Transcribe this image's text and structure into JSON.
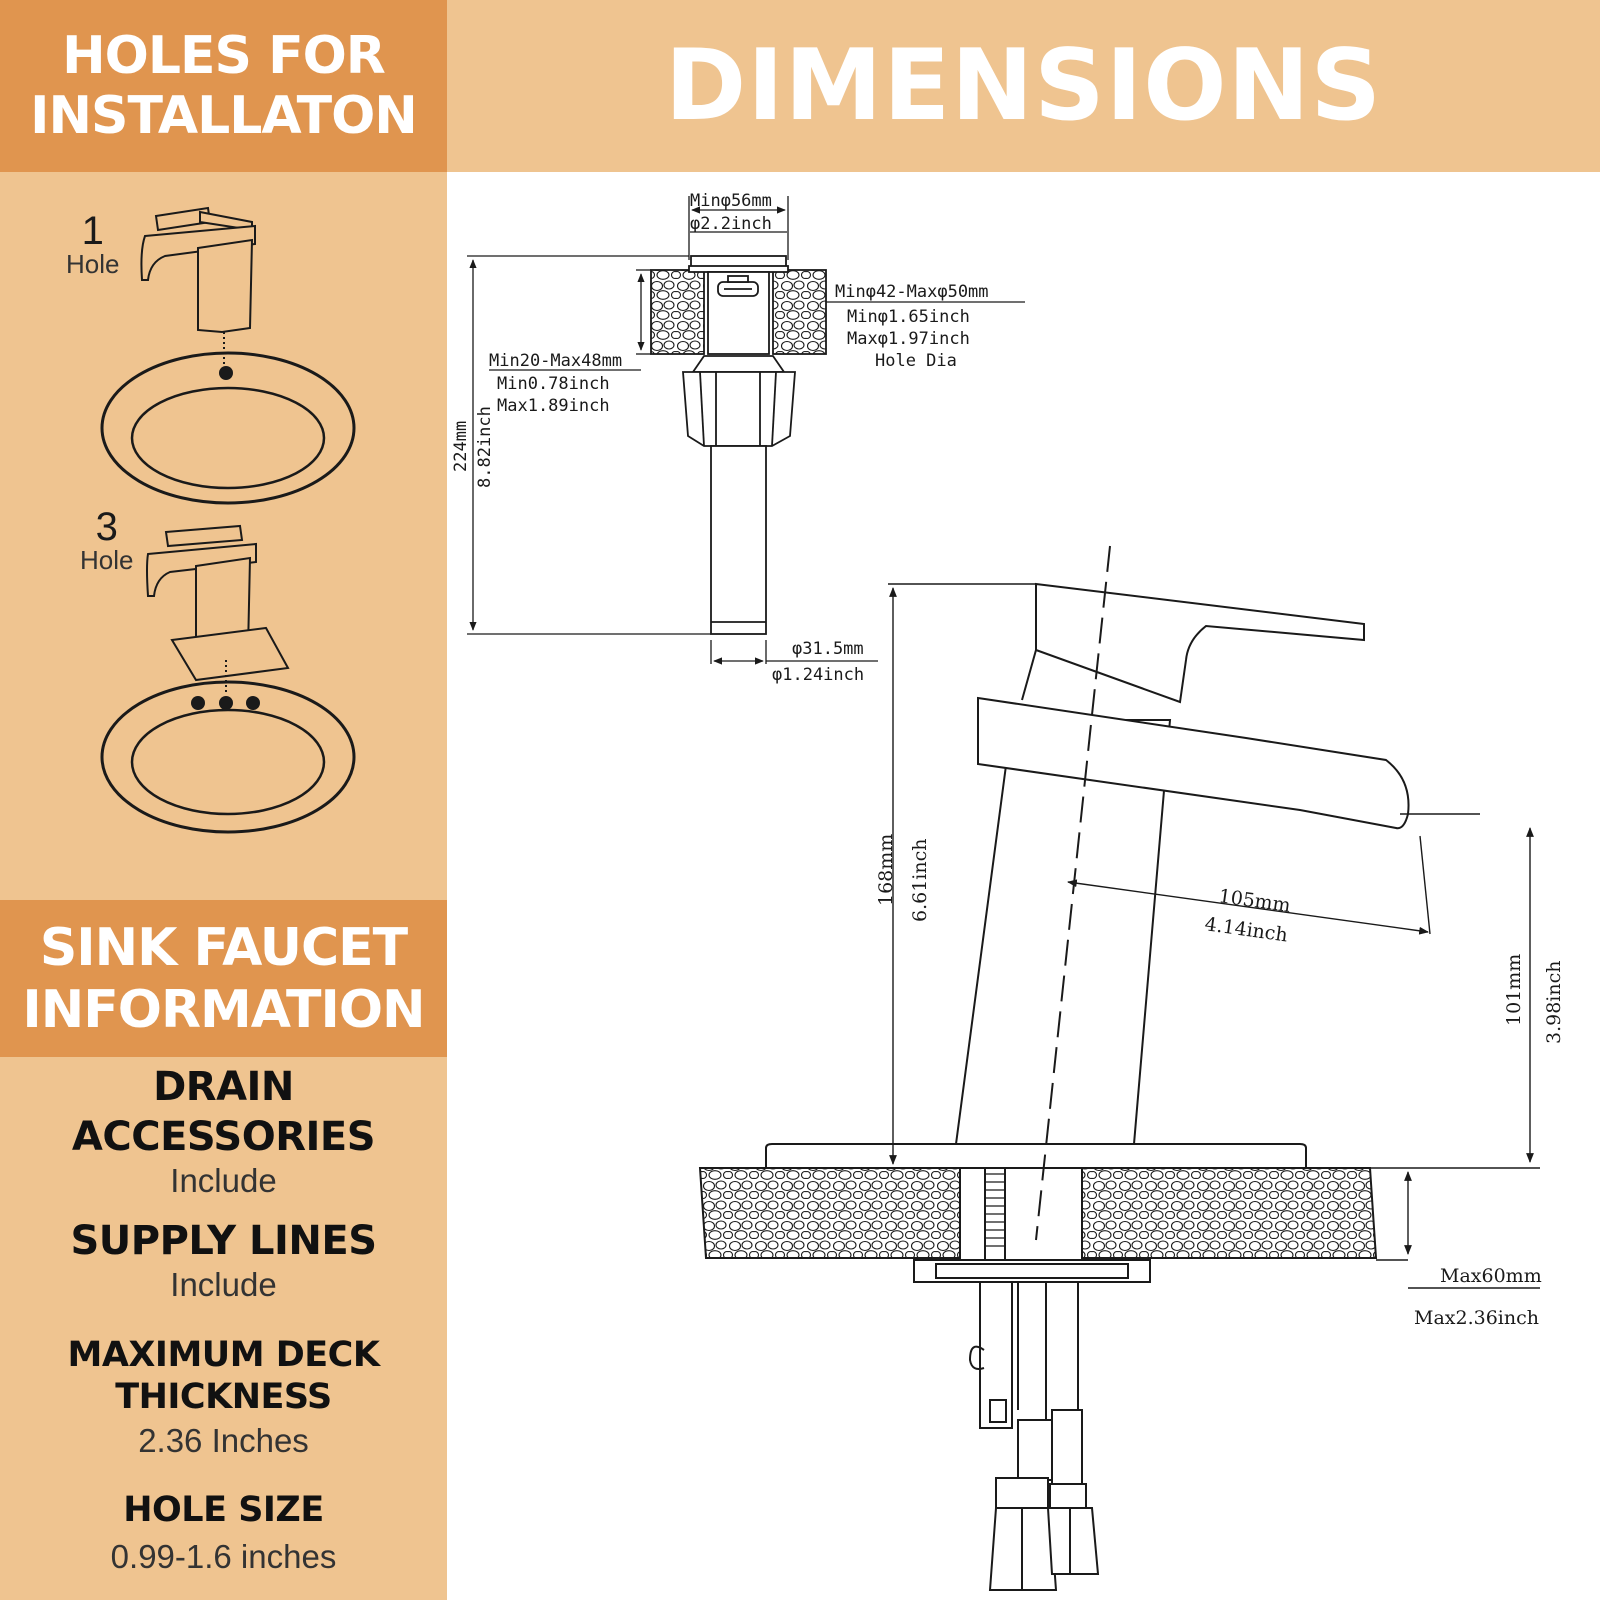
{
  "left_panel": {
    "header_install": [
      "HOLES FOR",
      "INSTALLATON"
    ],
    "hole_options": [
      {
        "number": "1",
        "word": "Hole"
      },
      {
        "number": "3",
        "word": "Hole"
      }
    ],
    "header_info": [
      "SINK FAUCET",
      "INFORMATION"
    ],
    "info_items": [
      {
        "title": [
          "DRAIN",
          "ACCESSORIES"
        ],
        "value": "Include"
      },
      {
        "title": [
          "SUPPLY LINES"
        ],
        "value": "Include"
      },
      {
        "title": [
          "MAXIMUM DECK",
          "THICKNESS"
        ],
        "value": "2.36 Inches"
      },
      {
        "title": [
          "HOLE SIZE"
        ],
        "value": "0.99-1.6 inches"
      }
    ]
  },
  "main": {
    "title": "DIMENSIONS",
    "drain_dims": {
      "top_mm": "Minφ56mm",
      "top_in": "φ2.2inch",
      "hole_mm": "Minφ42-Maxφ50mm",
      "hole_min_in": "Minφ1.65inch",
      "hole_max_in": "Maxφ1.97inch",
      "hole_caption": "Hole Dia",
      "deck_mm": "Min20-Max48mm",
      "deck_min_in": "Min0.78inch",
      "deck_max_in": "Max1.89inch",
      "height_mm": "224mm",
      "height_in": "8.82inch",
      "pipe_mm": "φ31.5mm",
      "pipe_in": "φ1.24inch"
    },
    "faucet_dims": {
      "height_mm": "168mm",
      "height_in": "6.61inch",
      "reach_mm": "105mm",
      "reach_in": "4.14inch",
      "spout_mm": "101mm",
      "spout_in": "3.98inch",
      "deck_mm": "Max60mm",
      "deck_in": "Max2.36inch"
    }
  },
  "colors": {
    "accent_orange": "#e0954f",
    "light_orange": "#efc490",
    "white": "#ffffff",
    "ink": "#1a1a1a"
  }
}
